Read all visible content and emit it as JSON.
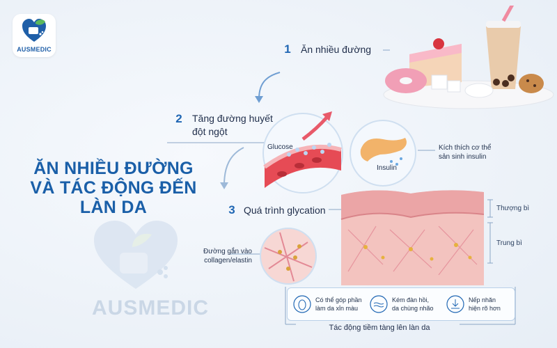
{
  "brand": {
    "name": "AUSMEDIC"
  },
  "title": {
    "lines": [
      "ĂN NHIỀU ĐƯỜNG",
      "VÀ TÁC ĐỘNG ĐẾN",
      "LÀN DA"
    ]
  },
  "steps": [
    {
      "number": "1",
      "label": "Ăn nhiều đường"
    },
    {
      "number": "2",
      "label_lines": [
        "Tăng đường huyết",
        "đột ngột"
      ]
    },
    {
      "number": "3",
      "label": "Quá trình glycation"
    }
  ],
  "labels": {
    "glucose": "Glucose",
    "insulin": "Insulin",
    "insulin_note": [
      "Kích thích cơ thể",
      "sản sinh insulin"
    ],
    "sugar_attach": [
      "Đường gắn vào",
      "collagen/elastin"
    ],
    "epidermis": "Thượng bì",
    "dermis": "Trung bì"
  },
  "effects": [
    {
      "icon": "face-icon",
      "lines": [
        "Có thể góp phần",
        "làm da xỉn màu"
      ]
    },
    {
      "icon": "elasticity-icon",
      "lines": [
        "Kém đàn hồi,",
        "da chùng nhão"
      ]
    },
    {
      "icon": "wrinkle-icon",
      "lines": [
        "Nếp nhăn",
        "hiện rõ hơn"
      ]
    }
  ],
  "effects_caption": "Tác động tiềm tàng lên làn da",
  "colors": {
    "brand_blue": "#1f66b3",
    "brand_green": "#5cb85c",
    "skin_pink": "#f2b7b6"
  }
}
